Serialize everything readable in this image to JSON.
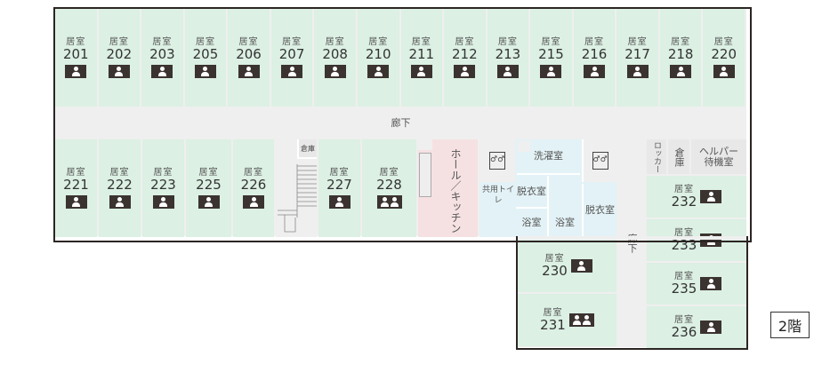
{
  "floor_label": "2階",
  "room_label": "居室",
  "colors": {
    "resident_room": "#dcf0e4",
    "corridor": "#efefef",
    "hall": "#f6e1e2",
    "bath_area": "#e3f2f6",
    "icon": "#3b3330"
  },
  "rooms_top": [
    {
      "number": "201",
      "occupancy": "single"
    },
    {
      "number": "202",
      "occupancy": "single"
    },
    {
      "number": "203",
      "occupancy": "single"
    },
    {
      "number": "205",
      "occupancy": "single"
    },
    {
      "number": "206",
      "occupancy": "single"
    },
    {
      "number": "207",
      "occupancy": "single"
    },
    {
      "number": "208",
      "occupancy": "single"
    },
    {
      "number": "210",
      "occupancy": "single"
    },
    {
      "number": "211",
      "occupancy": "single"
    },
    {
      "number": "212",
      "occupancy": "single"
    },
    {
      "number": "213",
      "occupancy": "single"
    },
    {
      "number": "215",
      "occupancy": "single"
    },
    {
      "number": "216",
      "occupancy": "single"
    },
    {
      "number": "217",
      "occupancy": "single"
    },
    {
      "number": "218",
      "occupancy": "single"
    },
    {
      "number": "220",
      "occupancy": "single"
    }
  ],
  "rooms_bottom": [
    {
      "number": "221",
      "occupancy": "single"
    },
    {
      "number": "222",
      "occupancy": "single"
    },
    {
      "number": "223",
      "occupancy": "single"
    },
    {
      "number": "225",
      "occupancy": "single"
    },
    {
      "number": "226",
      "occupancy": "single"
    },
    {
      "number": "227",
      "occupancy": "single"
    },
    {
      "number": "228",
      "occupancy": "double"
    }
  ],
  "rooms_right": [
    {
      "number": "232",
      "occupancy": "single"
    },
    {
      "number": "233",
      "occupancy": "single"
    },
    {
      "number": "235",
      "occupancy": "single"
    },
    {
      "number": "236",
      "occupancy": "single"
    }
  ],
  "rooms_south": [
    {
      "number": "230",
      "occupancy": "single"
    },
    {
      "number": "231",
      "occupancy": "double"
    }
  ],
  "facilities": {
    "corridor": "廊下",
    "corridor_east": "廊下",
    "storage_stairs": "倉庫",
    "hall_kitchen": "ホール／キッチン",
    "shared_toilet": "共用トイレ",
    "laundry": "洗濯室",
    "dressing_1": "脱衣室",
    "dressing_2": "脱衣室",
    "bath_1": "浴室",
    "bath_2": "浴室",
    "locker": "ロッカー",
    "storage": "倉庫",
    "helper_room": "ヘルパー待機室"
  }
}
